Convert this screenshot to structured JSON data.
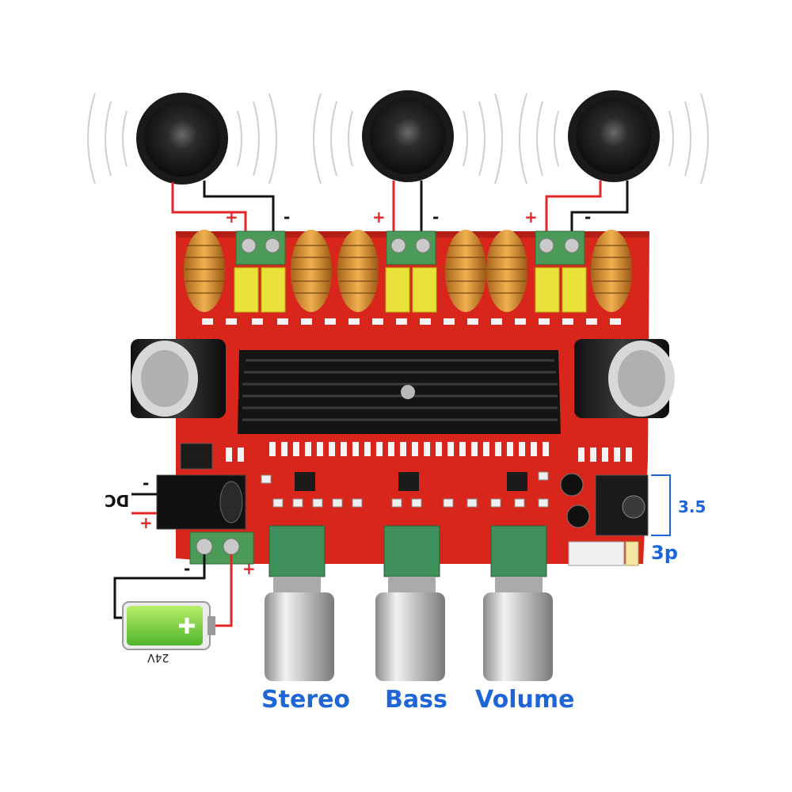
{
  "title": "",
  "knobs": {
    "stereo": "Stereo",
    "bass": "Bass",
    "volume": "Volume"
  },
  "io": {
    "jack_label": "3.5",
    "connector_label": "3p",
    "dc_label": "DC",
    "battery_label": "24V",
    "plus": "+",
    "minus": "-"
  },
  "colors": {
    "board": "#d9261c",
    "label_blue": "#1e66d8",
    "wire_red": "#e3262a",
    "terminal_green": "#4c9a57",
    "capacitor_yellow": "#e8e23a"
  }
}
